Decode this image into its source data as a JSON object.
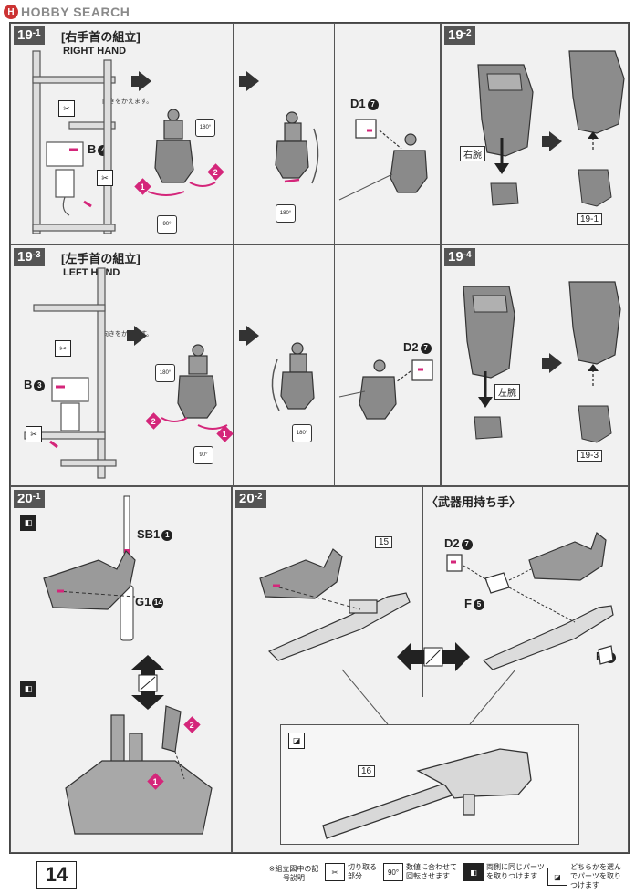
{
  "watermark": {
    "logo": "H",
    "text": "HOBBY SEARCH"
  },
  "steps": {
    "s19_1": {
      "num": "19",
      "sub": "-1",
      "jp": "[右手首の組立]",
      "en": "RIGHT HAND",
      "note": "向きをかえます。",
      "part": "B",
      "part_num": "4",
      "part2": "D1",
      "part2_num": "7",
      "rot1": "90°",
      "rot2": "180°",
      "rot3": "180°"
    },
    "s19_2": {
      "num": "19",
      "sub": "-2",
      "label": "右腕",
      "ref": "19-1"
    },
    "s19_3": {
      "num": "19",
      "sub": "-3",
      "jp": "[左手首の組立]",
      "en": "LEFT HAND",
      "note": "向きをかえます。",
      "part": "B",
      "part_num": "3",
      "part2": "D2",
      "part2_num": "7",
      "rot1": "180°",
      "rot2": "90°",
      "rot3": "180°"
    },
    "s19_4": {
      "num": "19",
      "sub": "-4",
      "label": "左腕",
      "ref": "19-3"
    },
    "s20_1": {
      "num": "20",
      "sub": "-1",
      "part_a": "SB1",
      "part_a_num": "1",
      "part_b": "G1",
      "part_b_num": "14"
    },
    "s20_2": {
      "num": "20",
      "sub": "-2",
      "part_15": "15",
      "part_16": "16"
    },
    "weapon_hand": {
      "title": "〈武器用持ち手〉",
      "d2": "D2",
      "d2_num": "7",
      "f5": "F",
      "f5_num": "5",
      "f6": "F",
      "f6_num": "6"
    }
  },
  "footer": {
    "page": "14",
    "legend_title": "※組立図中の記号説明",
    "items": [
      {
        "icon": "✂",
        "text": "切り取る部分"
      },
      {
        "icon": "90°",
        "text": "数値に合わせて回転させます"
      },
      {
        "icon": "◧",
        "text": "両側に同じパーツを取りつけます"
      },
      {
        "icon": "◪",
        "text": "どちらかを選んでパーツを取りつけます"
      }
    ]
  }
}
